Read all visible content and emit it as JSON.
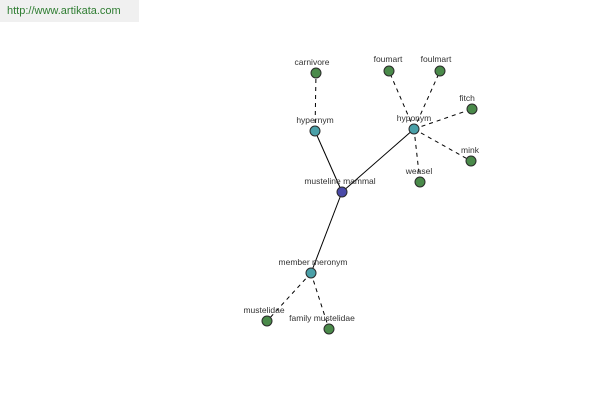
{
  "header": {
    "url": "http://www.artikata.com"
  },
  "graph": {
    "colors": {
      "center": "#4a4aa8",
      "relation": "#4aa0a8",
      "leaf": "#4a8a4a",
      "stroke": "#2a2a2a"
    },
    "nodes": {
      "center": {
        "label": "musteline mammal"
      },
      "hypernym": {
        "label": "hypernym"
      },
      "hyponym": {
        "label": "hyponym"
      },
      "member_meronym": {
        "label": "member meronym"
      },
      "carnivore": {
        "label": "carnivore"
      },
      "foumart": {
        "label": "foumart"
      },
      "foulmart": {
        "label": "foulmart"
      },
      "fitch": {
        "label": "fitch"
      },
      "mink": {
        "label": "mink"
      },
      "weasel": {
        "label": "weasel"
      },
      "mustelidae": {
        "label": "mustelidae"
      },
      "family_mustelidae": {
        "label": "family mustelidae"
      }
    }
  }
}
